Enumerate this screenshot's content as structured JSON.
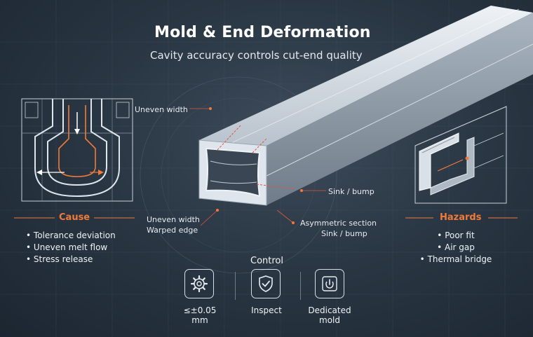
{
  "header": {
    "title": "Mold & End Deformation",
    "subtitle": "Cavity accuracy controls cut-end quality"
  },
  "callouts": {
    "uneven_width_top": "Uneven width",
    "sink_bump_right": "Sink / bump",
    "uneven_width_bottom": "Uneven width",
    "warped_edge": "Warped edge",
    "asymmetric_section": "Asymmetric section",
    "sink_bump_bottom": "Sink / bump"
  },
  "cause": {
    "heading": "Cause",
    "items": [
      "Tolerance deviation",
      "Uneven melt flow",
      "Stress release"
    ]
  },
  "hazards": {
    "heading": "Hazards",
    "items": [
      "Poor fit",
      "Air gap",
      "Thermal bridge"
    ]
  },
  "control": {
    "heading": "Control",
    "items": [
      {
        "label": "≤±0.05 mm",
        "icon": "gear-icon"
      },
      {
        "label": "Inspect",
        "icon": "shield-check-icon"
      },
      {
        "label": "Dedicated mold",
        "icon": "mold-power-icon"
      }
    ]
  },
  "colors": {
    "accent": "#f07a3a",
    "background": "#2a3744",
    "line": "#dfe5ec"
  }
}
